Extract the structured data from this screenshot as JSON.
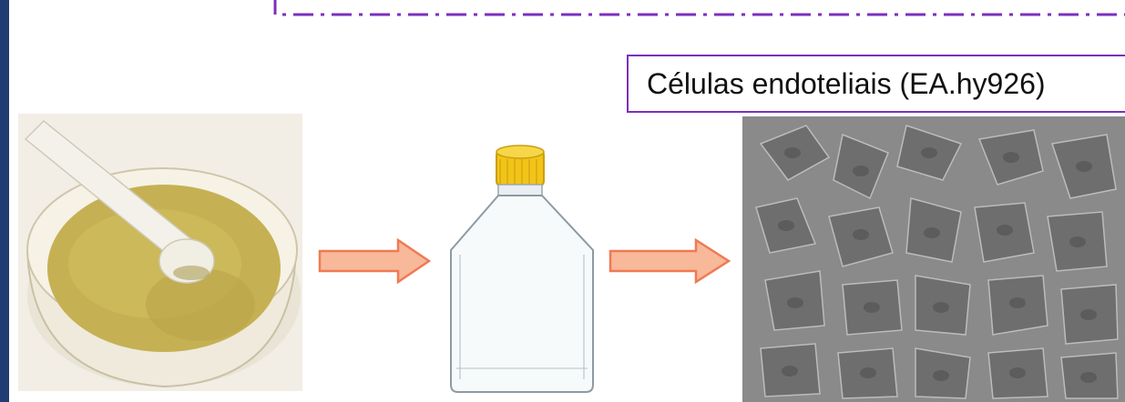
{
  "label": "Células endoteliais (EA.hy926)",
  "colors": {
    "accent_purple": "#7b2fbe",
    "arrow_fill": "#f8b89a",
    "arrow_stroke": "#ef7a54",
    "cap_yellow": "#f2c418",
    "powder": "#c5b153"
  },
  "images": [
    "mortar-pestle-powder",
    "culture-flask",
    "endothelial-cells-micrograph"
  ]
}
